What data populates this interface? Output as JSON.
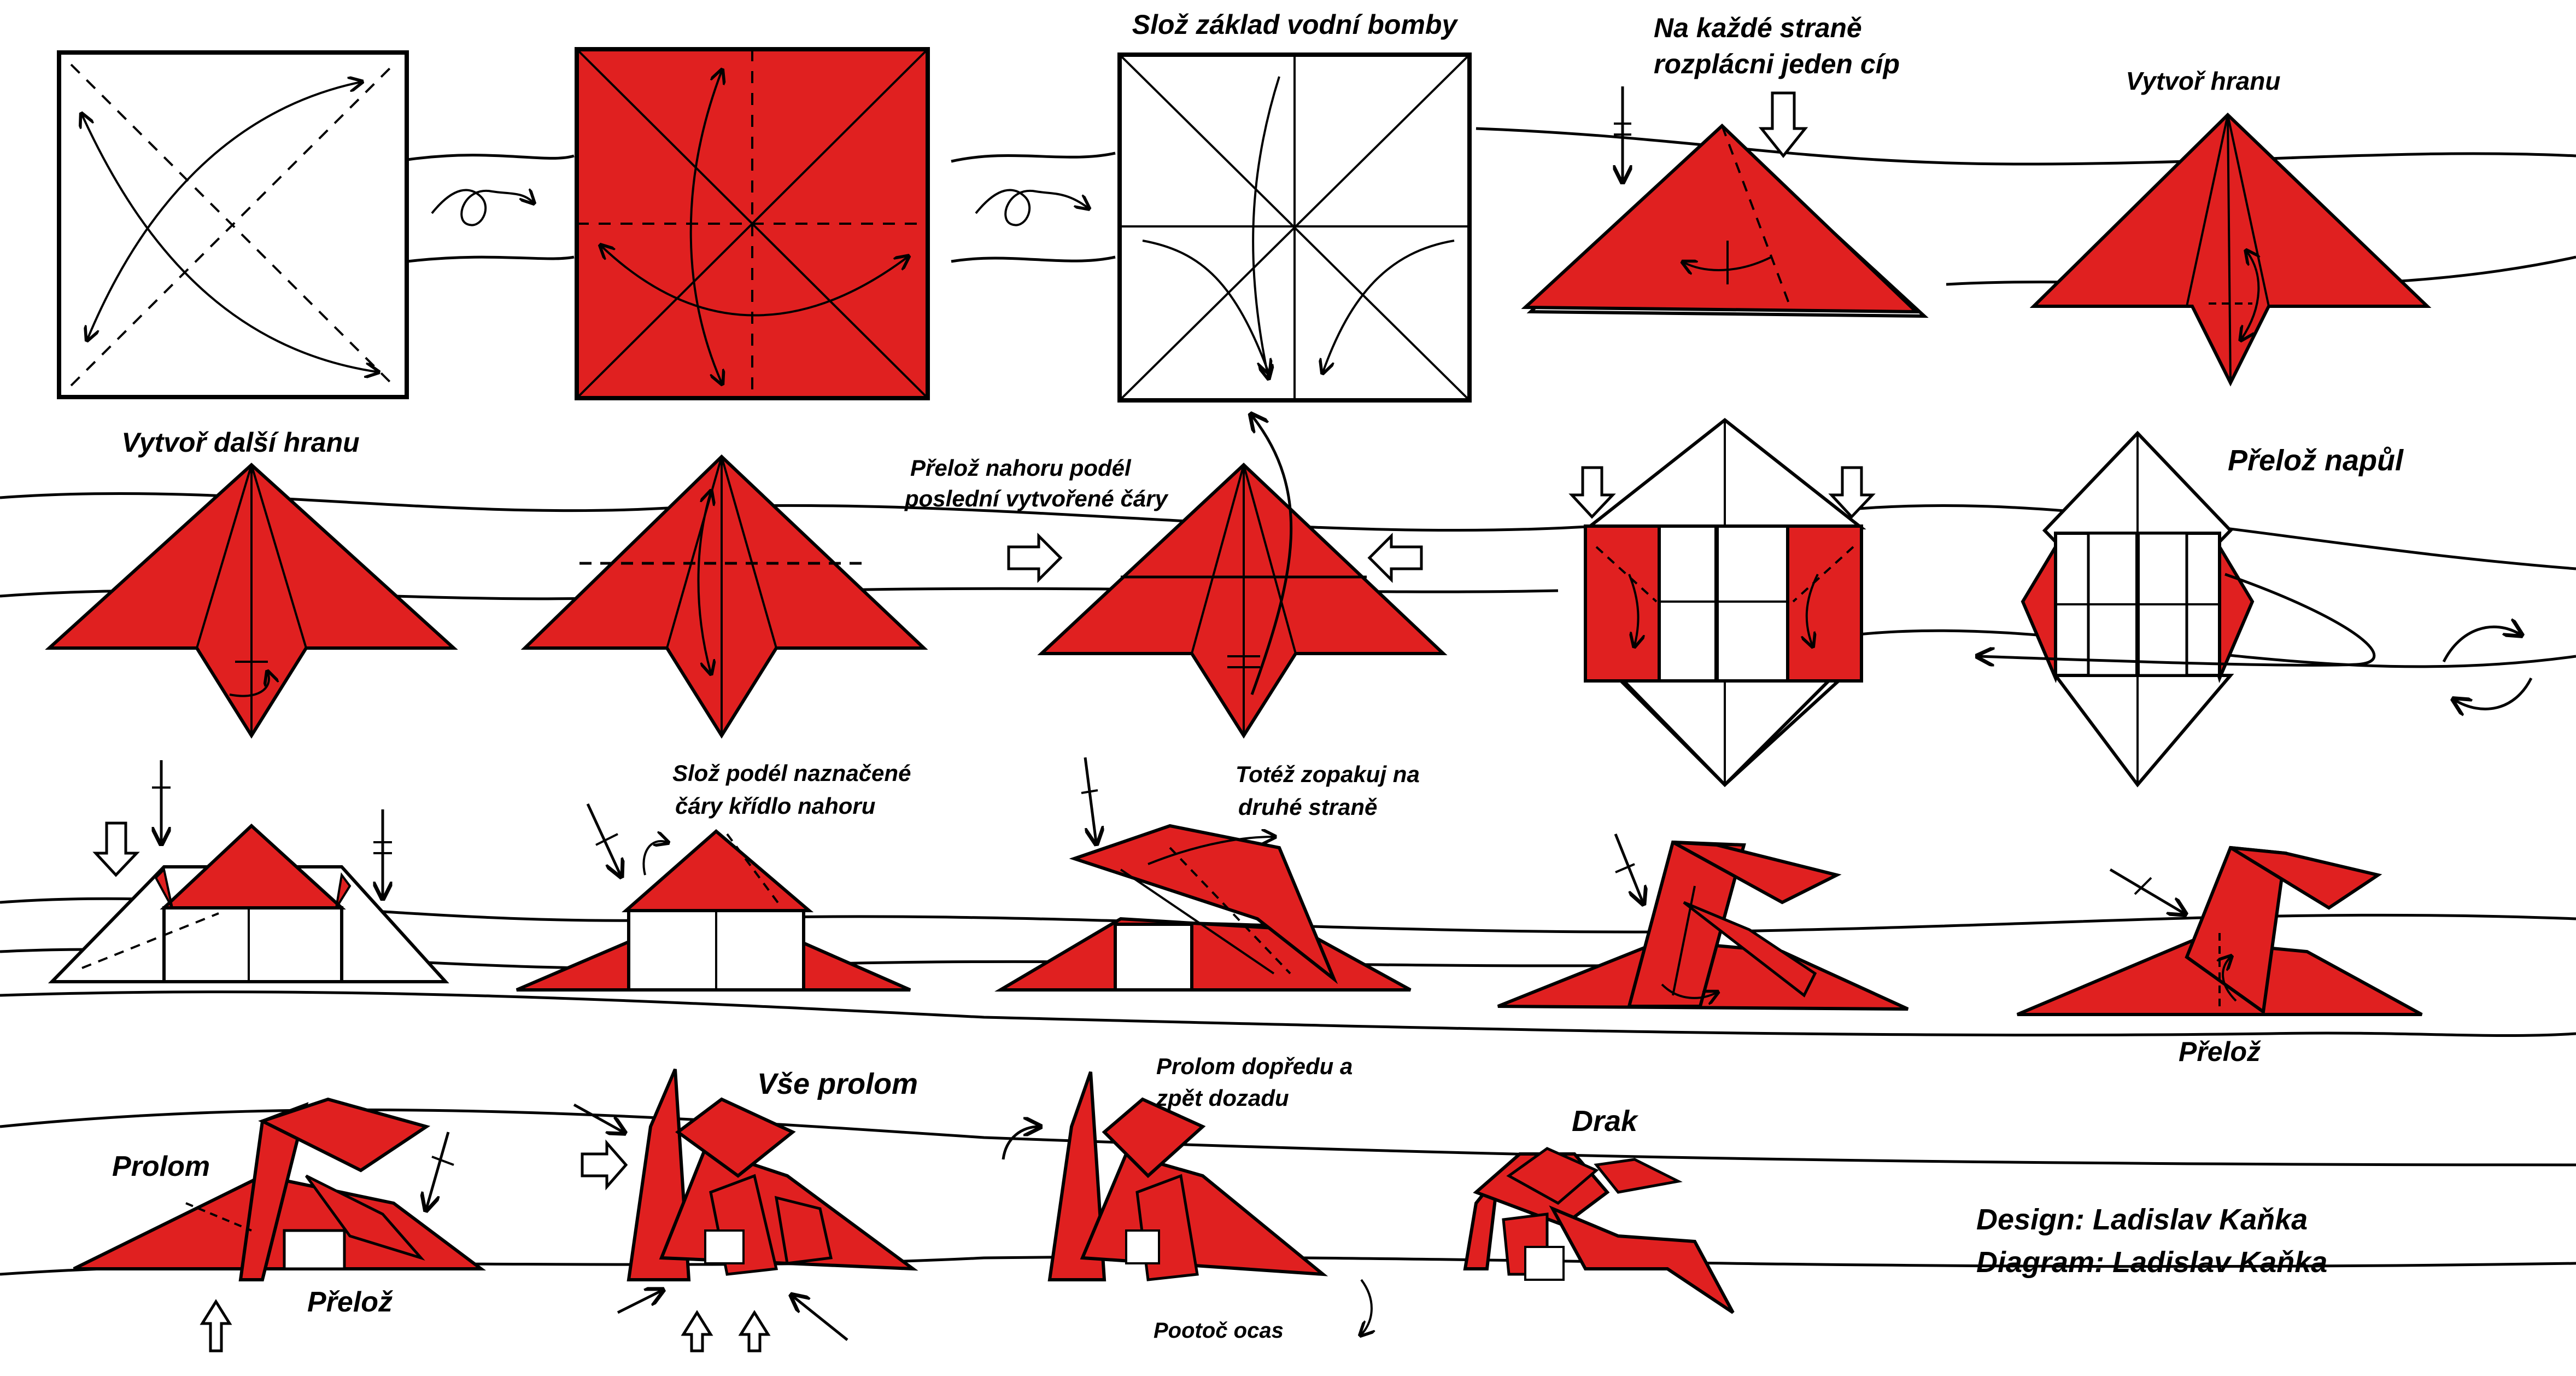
{
  "colors": {
    "paper_front": "#e02020",
    "paper_back": "#ffffff",
    "ink": "#000000"
  },
  "labels": {
    "waterbomb_base": "Slož základ vodní bomby",
    "squash_each_side": [
      "Na každé straně",
      "rozplácni jeden cíp"
    ],
    "make_crease": "Vytvoř hranu",
    "make_another_crease": "Vytvoř další hranu",
    "fold_up_along_line": [
      "Přelož nahoru podél",
      "poslední vytvořené čáry"
    ],
    "fold_in_half": "Přelož napůl",
    "fold_wing_up": [
      "Slož podél naznačené",
      "čáry křídlo nahoru"
    ],
    "repeat_other_side": [
      "Totéž zopakuj na",
      "druhé straně"
    ],
    "fold_a": "Přelož",
    "reverse_fold": "Prolom",
    "fold_b": "Přelož",
    "reverse_all": "Vše prolom",
    "reverse_forward_back": [
      "Prolom dopředu a",
      "zpět dozadu"
    ],
    "rotate_tail": "Pootoč ocas",
    "result": "Drak"
  },
  "credits": {
    "design": "Design: Ladislav Kaňka",
    "diagram": "Diagram: Ladislav Kaňka"
  },
  "icons": [
    "turn-over-icon",
    "push-arrow-icon",
    "fold-arrow-icon",
    "valley-fold-line",
    "mountain-fold-line",
    "rotate-icon",
    "reverse-fold-arrow-icon"
  ]
}
